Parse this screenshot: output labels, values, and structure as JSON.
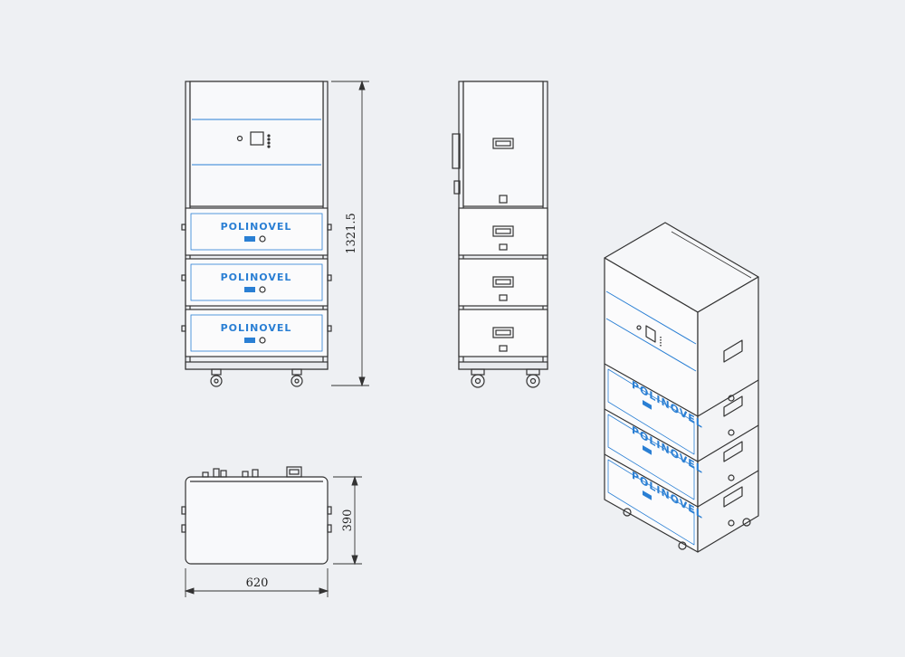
{
  "brand": {
    "logo_text": "POLINOVEL",
    "accent_color": "#2a7fd4",
    "line_color": "#333333"
  },
  "dimensions": {
    "height": "1321.5",
    "depth": "390",
    "width": "620"
  },
  "views": {
    "modules": 3
  }
}
